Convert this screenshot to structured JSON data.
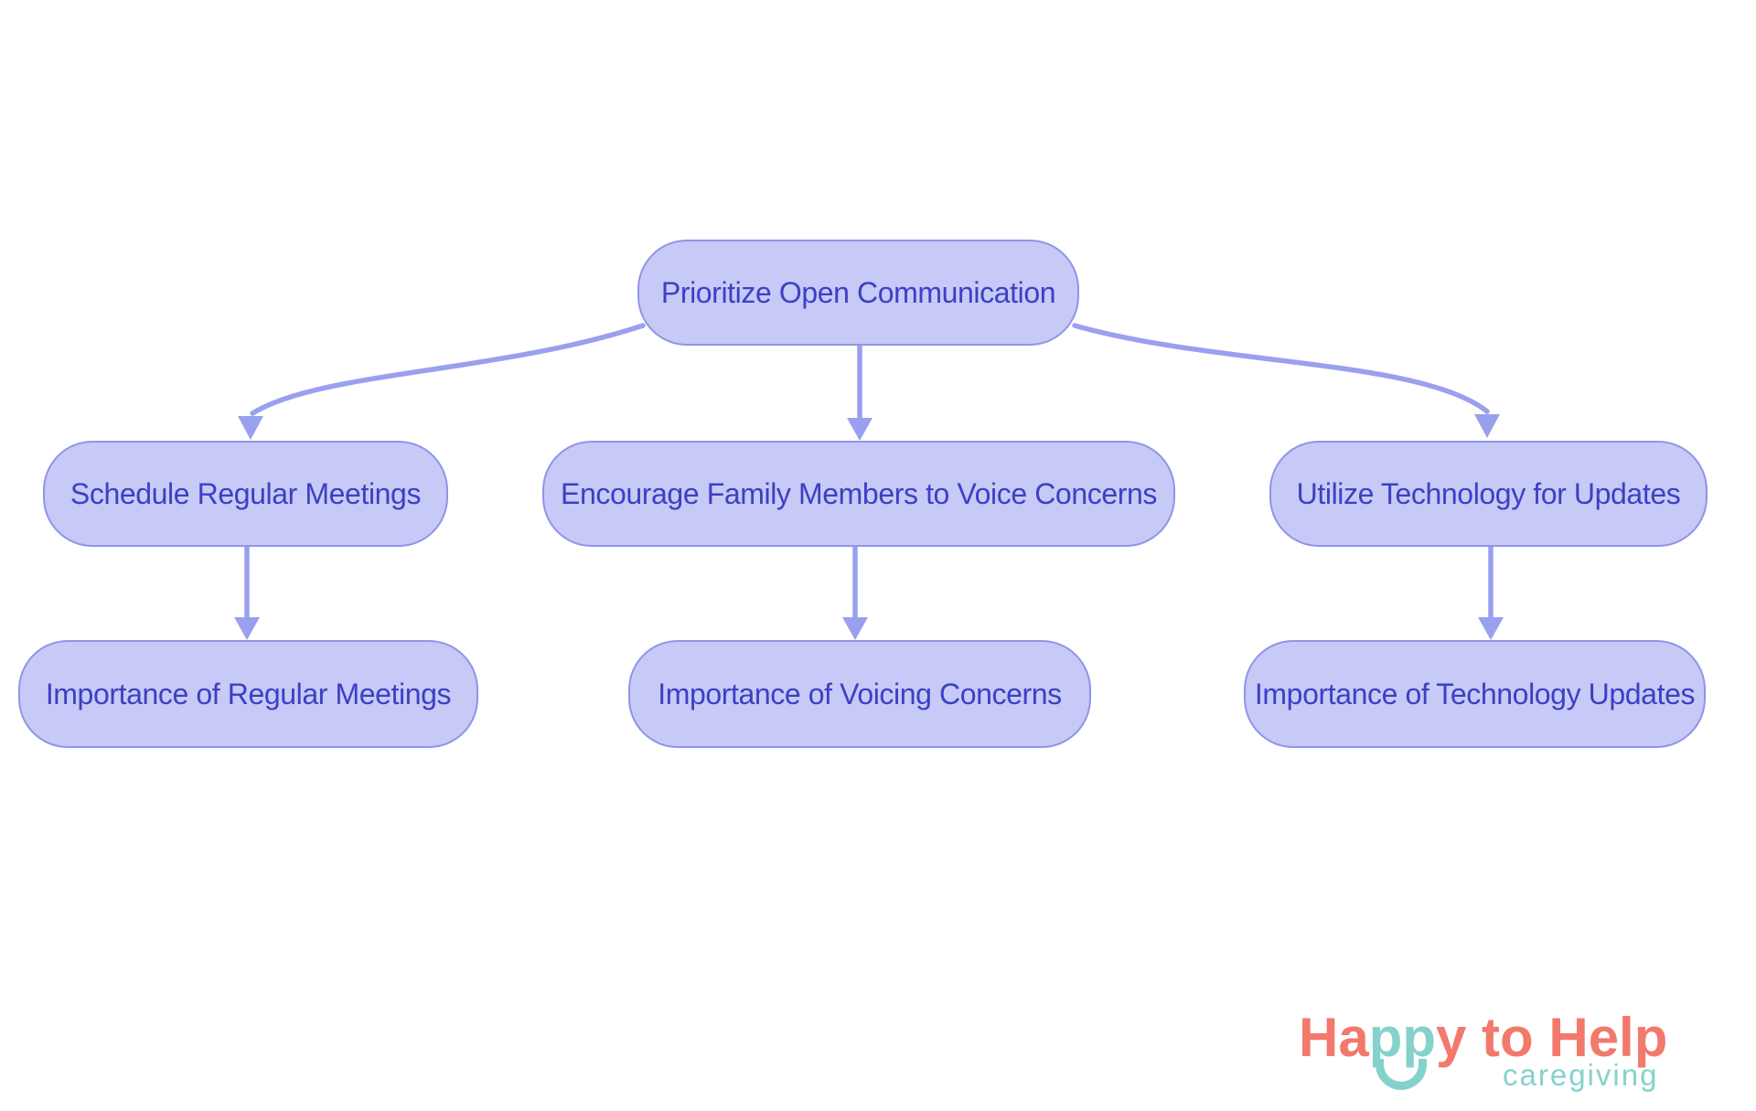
{
  "diagram": {
    "type": "flowchart",
    "direction": "top-down",
    "nodes": {
      "root": {
        "label": "Prioritize Open Communication"
      },
      "schedule": {
        "label": "Schedule Regular Meetings"
      },
      "encourage": {
        "label": "Encourage Family Members to Voice Concerns"
      },
      "utilize": {
        "label": "Utilize Technology for Updates"
      },
      "imp_meet": {
        "label": "Importance of Regular Meetings"
      },
      "imp_voice": {
        "label": "Importance of Voicing Concerns"
      },
      "imp_tech": {
        "label": "Importance of Technology Updates"
      }
    },
    "edges": [
      {
        "from": "root",
        "to": "schedule"
      },
      {
        "from": "root",
        "to": "encourage"
      },
      {
        "from": "root",
        "to": "utilize"
      },
      {
        "from": "schedule",
        "to": "imp_meet"
      },
      {
        "from": "encourage",
        "to": "imp_voice"
      },
      {
        "from": "utilize",
        "to": "imp_tech"
      }
    ]
  },
  "logo": {
    "part1": "Ha",
    "part2": "pp",
    "part3": "y",
    "part4": " to Help",
    "tagline": "caregiving"
  },
  "colors": {
    "node_fill": "#c7c9f6",
    "node_border": "#8f95e8",
    "node_text": "#3c40c3",
    "edge_color": "#99a0ee",
    "logo_coral": "#f2796b",
    "logo_teal": "#85d2cc"
  }
}
